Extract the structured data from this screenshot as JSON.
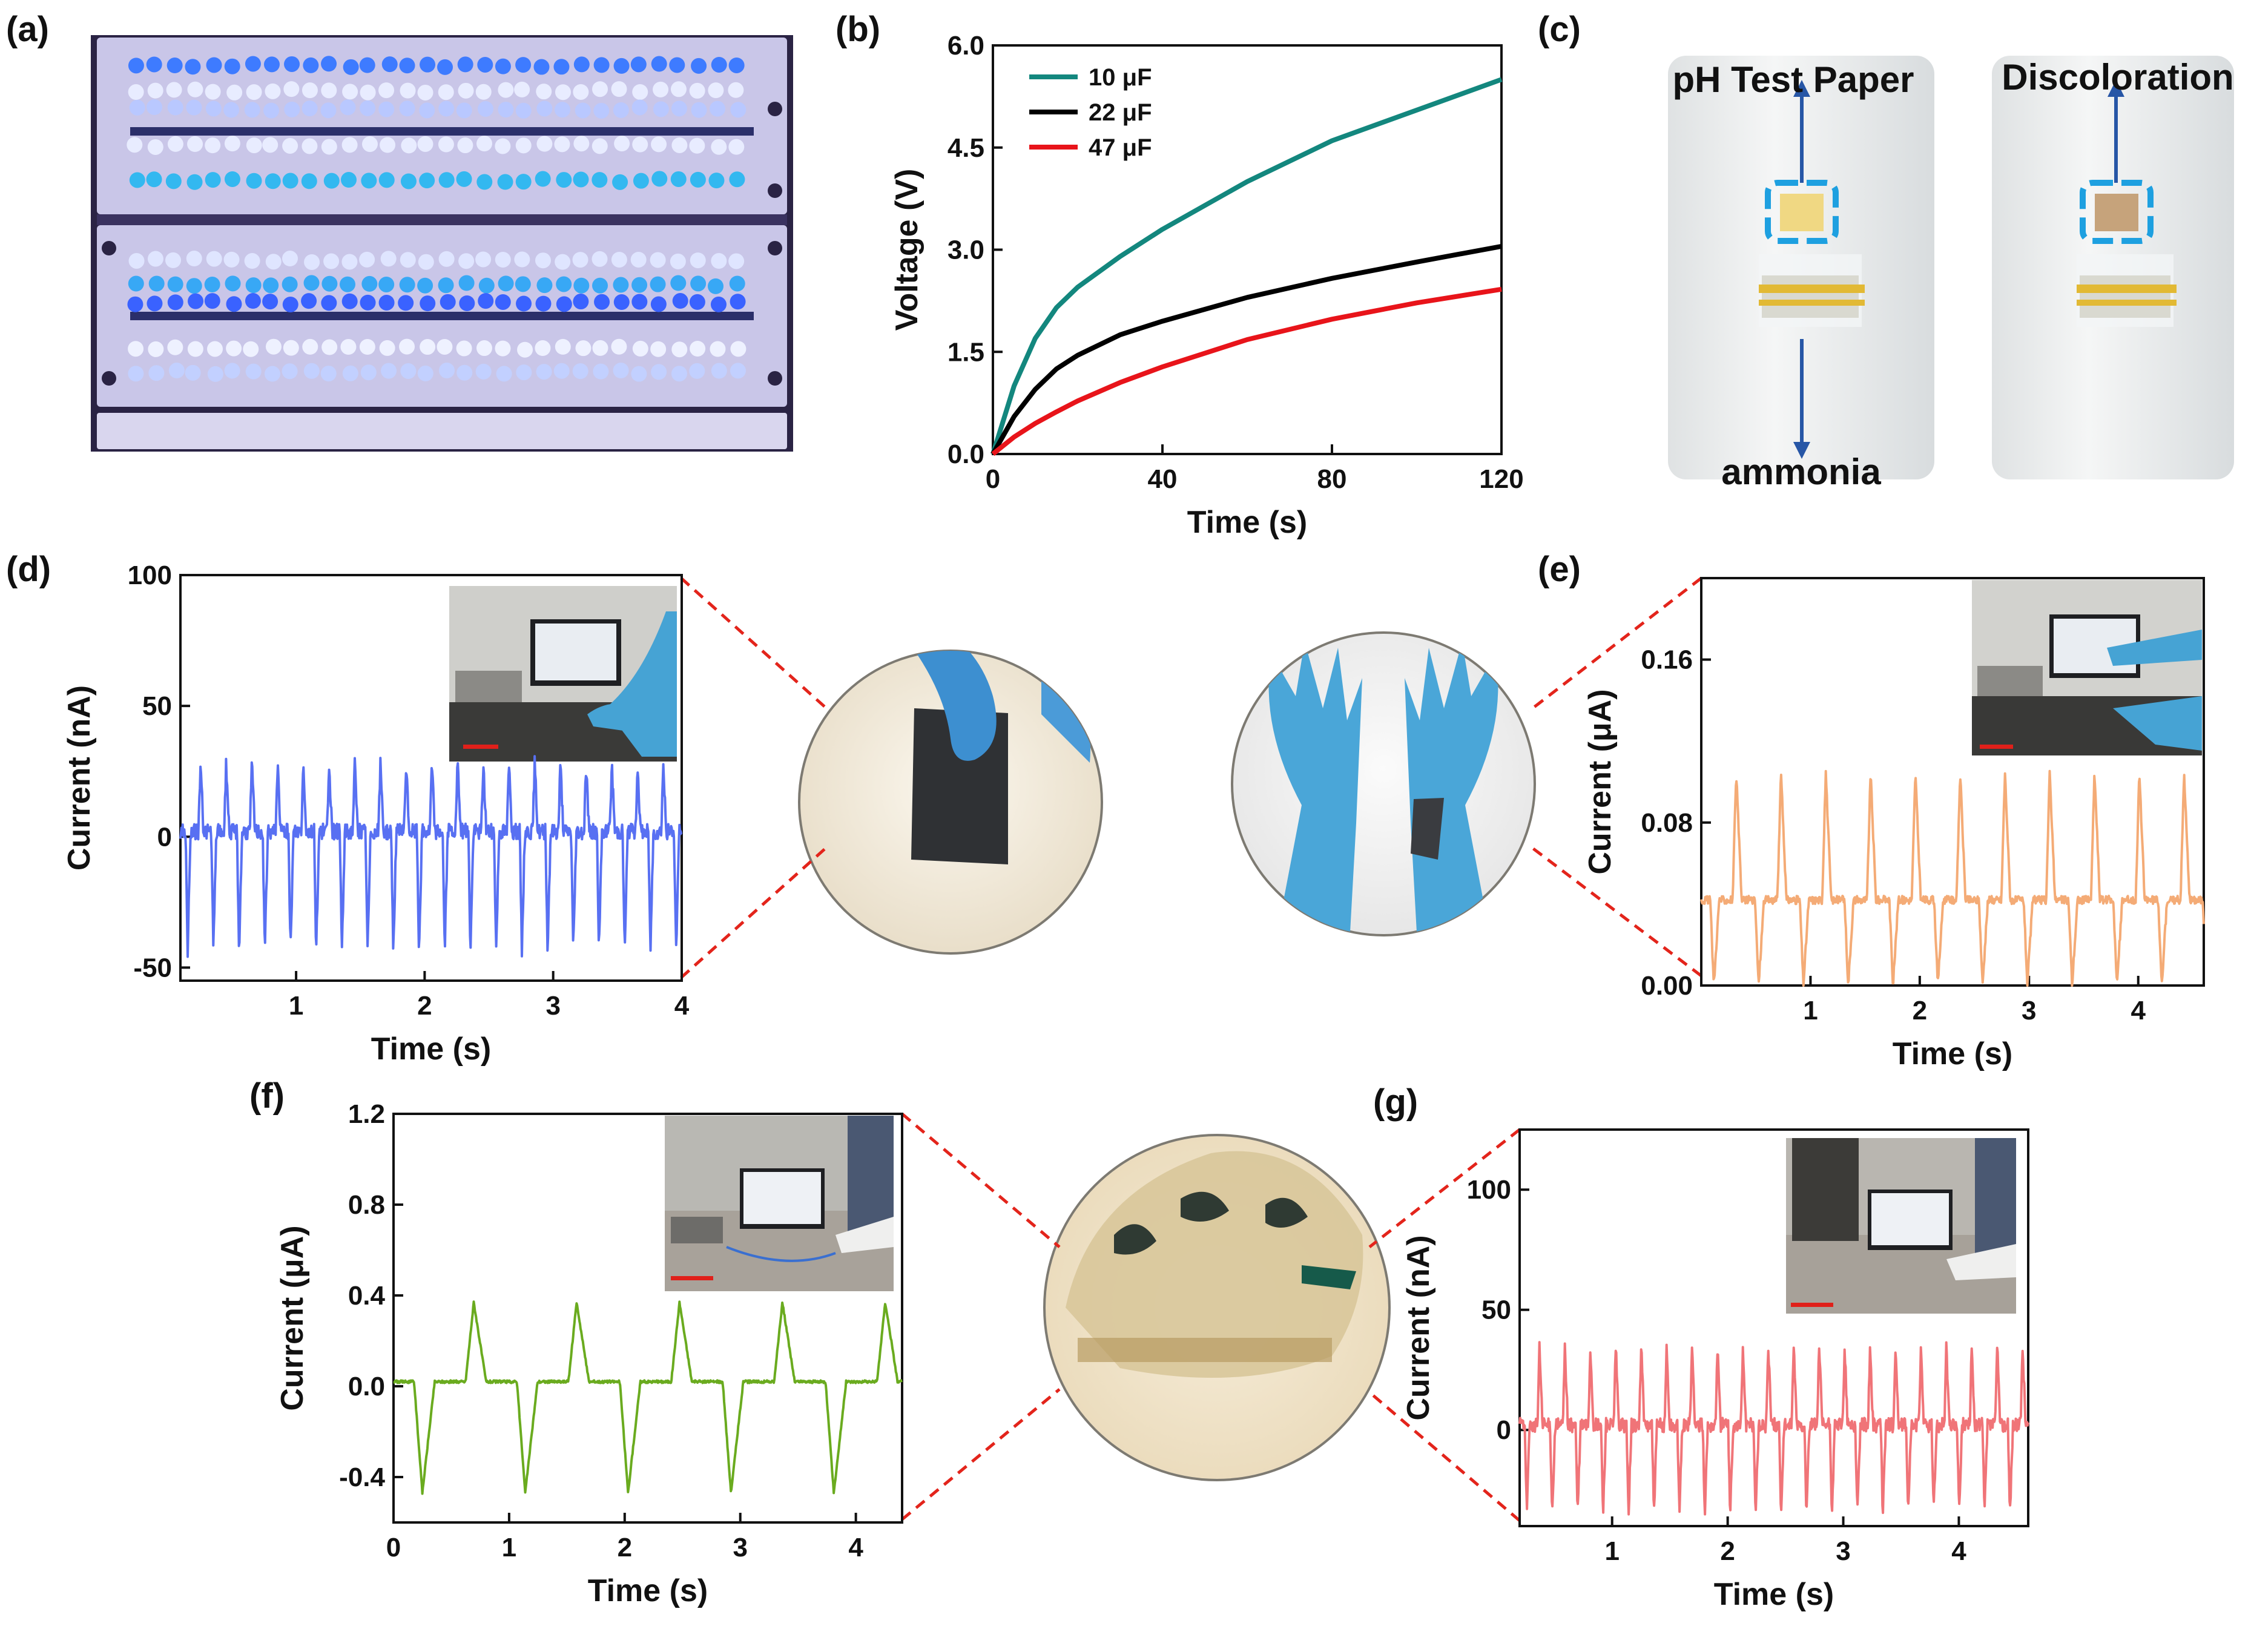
{
  "panels": {
    "a": "(a)",
    "b": "(b)",
    "c": "(c)",
    "d": "(d)",
    "e": "(e)",
    "f": "(f)",
    "g": "(g)"
  },
  "photo_c": {
    "left_label": "pH Test Paper",
    "right_label": "Discoloration",
    "bottom_label": "ammonia"
  },
  "colors": {
    "teal": "#13877e",
    "black": "#000000",
    "red": "#e8141a",
    "blue": "#5870f2",
    "orange": "#f4ab76",
    "green": "#6aab1f",
    "pink": "#f07478",
    "dash": "#e3241b",
    "led_blue": "#2b3cf0",
    "glove": "#4aa6d8"
  },
  "chart_data": [
    {
      "id": "b",
      "type": "line",
      "xlabel": "Time (s)",
      "ylabel": "Voltage (V)",
      "xlim": [
        0,
        120
      ],
      "ylim": [
        0,
        6.0
      ],
      "xticks": [
        "0",
        "40",
        "80",
        "120"
      ],
      "yticks": [
        "0.0",
        "1.5",
        "3.0",
        "4.5",
        "6.0"
      ],
      "legend": "top-left",
      "series": [
        {
          "name": "10 μF",
          "color": "#13877e",
          "x": [
            0,
            5,
            10,
            15,
            20,
            30,
            40,
            60,
            80,
            100,
            120
          ],
          "y": [
            0,
            1.0,
            1.7,
            2.15,
            2.45,
            2.9,
            3.3,
            4.0,
            4.6,
            5.05,
            5.5
          ]
        },
        {
          "name": "22 μF",
          "color": "#000000",
          "x": [
            0,
            5,
            10,
            15,
            20,
            30,
            40,
            60,
            80,
            100,
            120
          ],
          "y": [
            0,
            0.55,
            0.95,
            1.25,
            1.45,
            1.75,
            1.95,
            2.3,
            2.58,
            2.82,
            3.05
          ]
        },
        {
          "name": "47 μF",
          "color": "#e8141a",
          "x": [
            0,
            5,
            10,
            15,
            20,
            30,
            40,
            60,
            80,
            100,
            120
          ],
          "y": [
            0,
            0.25,
            0.45,
            0.62,
            0.78,
            1.05,
            1.28,
            1.68,
            1.98,
            2.22,
            2.42
          ]
        }
      ]
    },
    {
      "id": "d",
      "type": "line",
      "xlabel": "Time (s)",
      "ylabel": "Current (nA)",
      "xlim": [
        0.1,
        4.0
      ],
      "ylim": [
        -55,
        100
      ],
      "xticks": [
        "1",
        "2",
        "3",
        "4"
      ],
      "xtick_values": [
        1,
        2,
        3,
        4
      ],
      "yticks": [
        "-50",
        "0",
        "50",
        "100"
      ],
      "ytick_values": [
        -50,
        0,
        50,
        100
      ],
      "series": [
        {
          "name": "",
          "color": "#5870f2",
          "period": 0.2,
          "peak": 28,
          "trough": -44,
          "baseline": 2,
          "noise": 6
        }
      ]
    },
    {
      "id": "e",
      "type": "line",
      "xlabel": "Time (s)",
      "ylabel": "Current (μA)",
      "xlim": [
        0,
        4.6
      ],
      "ylim": [
        0,
        0.2
      ],
      "xticks": [
        "1",
        "2",
        "3",
        "4"
      ],
      "xtick_values": [
        1,
        2,
        3,
        4
      ],
      "yticks": [
        "0.00",
        "0.08",
        "0.16"
      ],
      "ytick_values": [
        0,
        0.08,
        0.16
      ],
      "series": [
        {
          "name": "",
          "color": "#f4ab76",
          "period": 0.41,
          "peak": 0.105,
          "trough": 0.0,
          "baseline": 0.042,
          "noise": 0.004
        }
      ]
    },
    {
      "id": "f",
      "type": "line",
      "xlabel": "Time (s)",
      "ylabel": "Current (μA)",
      "xlim": [
        0,
        4.4
      ],
      "ylim": [
        -0.6,
        1.2
      ],
      "xticks": [
        "0",
        "1",
        "2",
        "3",
        "4"
      ],
      "xtick_values": [
        0,
        1,
        2,
        3,
        4
      ],
      "yticks": [
        "-0.4",
        "0.0",
        "0.4",
        "0.8",
        "1.2"
      ],
      "ytick_values": [
        -0.4,
        0,
        0.4,
        0.8,
        1.2
      ],
      "series": [
        {
          "name": "",
          "color": "#6aab1f",
          "period": 0.89,
          "peak": 0.37,
          "trough": -0.47,
          "baseline": 0.02,
          "noise": 0.012
        }
      ]
    },
    {
      "id": "g",
      "type": "line",
      "xlabel": "Time (s)",
      "ylabel": "Current (nA)",
      "xlim": [
        0.2,
        4.6
      ],
      "ylim": [
        -40,
        125
      ],
      "xticks": [
        "1",
        "2",
        "3",
        "4"
      ],
      "xtick_values": [
        1,
        2,
        3,
        4
      ],
      "yticks": [
        "0",
        "50",
        "100"
      ],
      "ytick_values": [
        0,
        50,
        100
      ],
      "series": [
        {
          "name": "",
          "color": "#f07478",
          "period": 0.22,
          "peak": 35,
          "trough": -35,
          "baseline": 2,
          "noise": 6
        }
      ]
    }
  ]
}
